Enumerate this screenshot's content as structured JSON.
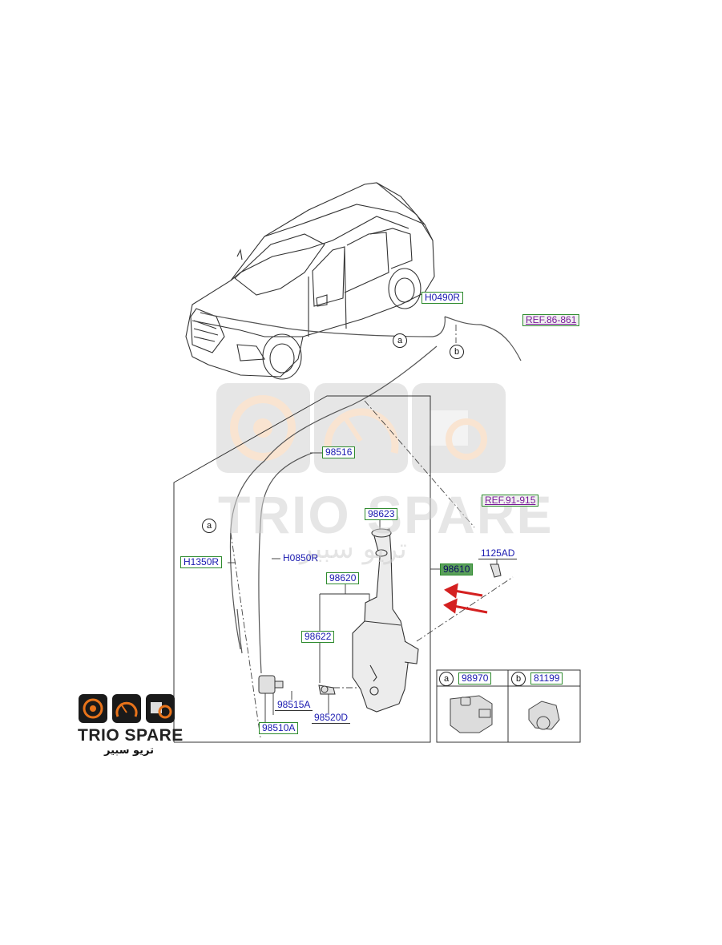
{
  "labels": {
    "h0490r": "H0490R",
    "ref_86_861": "REF.86-861",
    "p98516": "98516",
    "ref_91_915": "REF.91-915",
    "p98623": "98623",
    "p1125ad": "1125AD",
    "h1350r": "H1350R",
    "h0850r": "H0850R",
    "p98610": "98610",
    "p98620": "98620",
    "p98622": "98622",
    "p98515a": "98515A",
    "p98520d": "98520D",
    "p98510a": "98510A",
    "p98970": "98970",
    "p81199": "81199"
  },
  "callouts": {
    "a": "a",
    "b": "b"
  },
  "watermark": {
    "brand": "TRIO SPARE",
    "arabic": "تريو سبير"
  },
  "logo": {
    "brand": "TRIO SPARE",
    "arabic": "تريو سبير",
    "accent": "#e8731a"
  },
  "colors": {
    "label_border": "#2e8b2e",
    "label_text": "#1a1ab0",
    "ref_text": "#7a1a9a",
    "arrow": "#d42020"
  }
}
